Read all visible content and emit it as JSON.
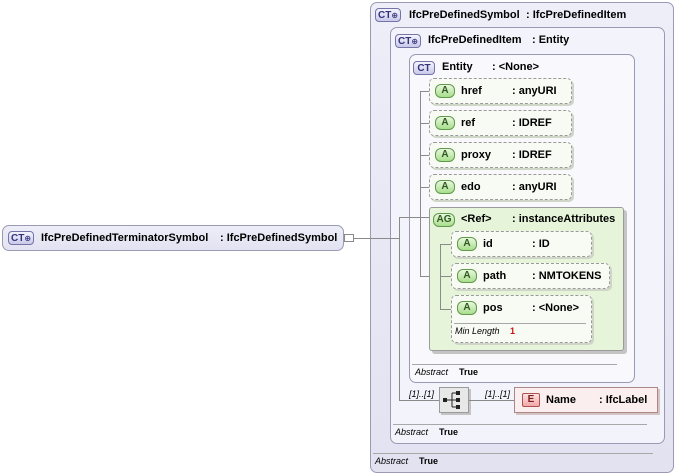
{
  "root": {
    "badge": "CT",
    "name": "IfcPreDefinedTerminatorSymbol",
    "type": ": IfcPreDefinedSymbol"
  },
  "outer": {
    "badge": "CT",
    "name": "IfcPreDefinedSymbol",
    "type": ": IfcPreDefinedItem",
    "abstract_label": "Abstract",
    "abstract_value": "True"
  },
  "middle": {
    "badge": "CT",
    "name": "IfcPreDefinedItem",
    "type": ": Entity",
    "abstract_label": "Abstract",
    "abstract_value": "True"
  },
  "entity": {
    "badge": "CT",
    "name": "Entity",
    "type": ": <None>",
    "abstract_label": "Abstract",
    "abstract_value": "True",
    "attributes": [
      {
        "badge": "A",
        "name": "href",
        "type": ": anyURI"
      },
      {
        "badge": "A",
        "name": "ref",
        "type": ": IDREF"
      },
      {
        "badge": "A",
        "name": "proxy",
        "type": ": IDREF"
      },
      {
        "badge": "A",
        "name": "edo",
        "type": ": anyURI"
      }
    ]
  },
  "attr_group": {
    "badge": "AG",
    "name": "<Ref>",
    "type": ": instanceAttributes",
    "attributes": [
      {
        "badge": "A",
        "name": "id",
        "type": ": ID"
      },
      {
        "badge": "A",
        "name": "path",
        "type": ": NMTOKENS"
      },
      {
        "badge": "A",
        "name": "pos",
        "type": ": <None>"
      }
    ],
    "pos_facet_label": "Min Length",
    "pos_facet_value": "1"
  },
  "sequence": {
    "multiplicity_in": "[1]..[1]",
    "multiplicity_out": "[1]..[1]"
  },
  "element": {
    "badge": "E",
    "name": "Name",
    "type": ": IfcLabel"
  }
}
